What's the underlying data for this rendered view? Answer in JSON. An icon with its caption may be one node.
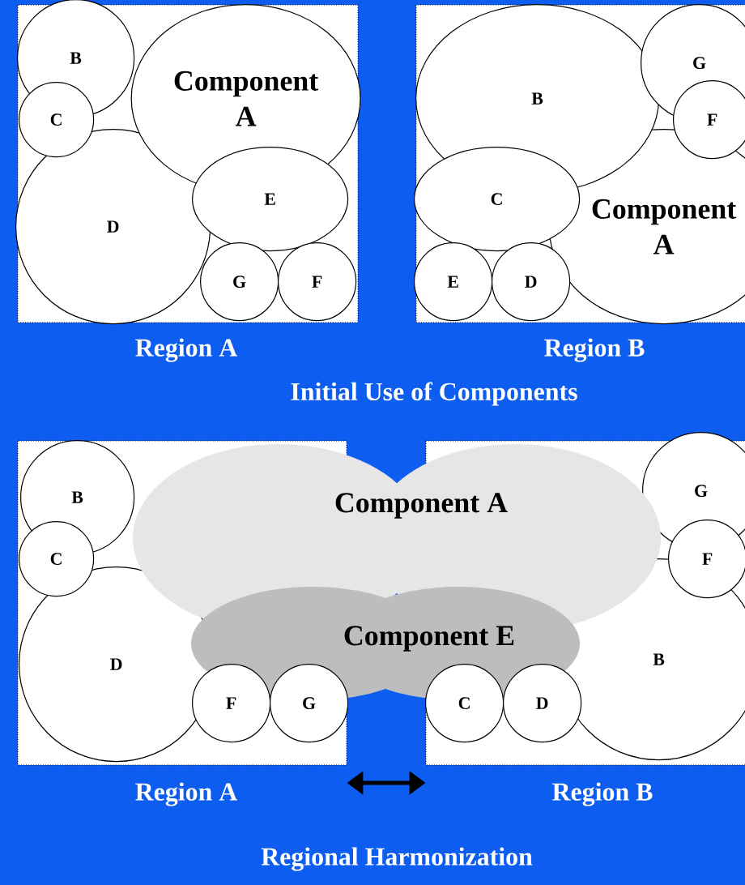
{
  "diagram": {
    "nodes": [
      {
        "text": [
          "Region A"
        ]
      },
      {
        "text": [
          "B"
        ],
        "in": 0
      },
      {
        "text": [
          "C"
        ],
        "in": 0
      },
      {
        "text": [
          "Component A"
        ],
        "in": 0
      },
      {
        "text": [
          "D"
        ],
        "in": 0
      },
      {
        "text": [
          "E"
        ],
        "in": 0
      },
      {
        "text": [
          "G"
        ],
        "in": 0
      },
      {
        "text": [
          "F"
        ],
        "in": 0
      },
      {
        "text": [
          "Region B"
        ]
      },
      {
        "text": [
          "B"
        ],
        "in": 8
      },
      {
        "text": [
          "G"
        ],
        "in": 8
      },
      {
        "text": [
          "F"
        ],
        "in": 8
      },
      {
        "text": [
          "Component A"
        ],
        "in": 8
      },
      {
        "text": [
          "C"
        ],
        "in": 8
      },
      {
        "text": [
          "E"
        ],
        "in": 8
      },
      {
        "text": [
          "D"
        ],
        "in": 8
      },
      {
        "text": [
          "Region A"
        ]
      },
      {
        "text": [
          "B"
        ],
        "in": 16
      },
      {
        "text": [
          "C"
        ],
        "in": 16
      },
      {
        "text": [
          "D"
        ],
        "in": 16
      },
      {
        "text": [
          "F"
        ],
        "in": 16
      },
      {
        "text": [
          "G"
        ],
        "in": 16
      },
      {
        "text": [
          "Component A"
        ]
      },
      {
        "text": [
          "Component E"
        ]
      },
      {
        "text": [
          "Region B"
        ]
      },
      {
        "text": [
          "G"
        ],
        "in": 24
      },
      {
        "text": [
          "F"
        ],
        "in": 24
      },
      {
        "text": [
          "B"
        ],
        "in": 24
      },
      {
        "text": [
          "C"
        ],
        "in": 24
      },
      {
        "text": [
          "D"
        ],
        "in": 24
      }
    ],
    "edges": [
      {
        "from": 16,
        "to": 24,
        "arrow": "both"
      }
    ],
    "labels": [
      "Initial Use of Components",
      "Regional Harmonization"
    ]
  }
}
